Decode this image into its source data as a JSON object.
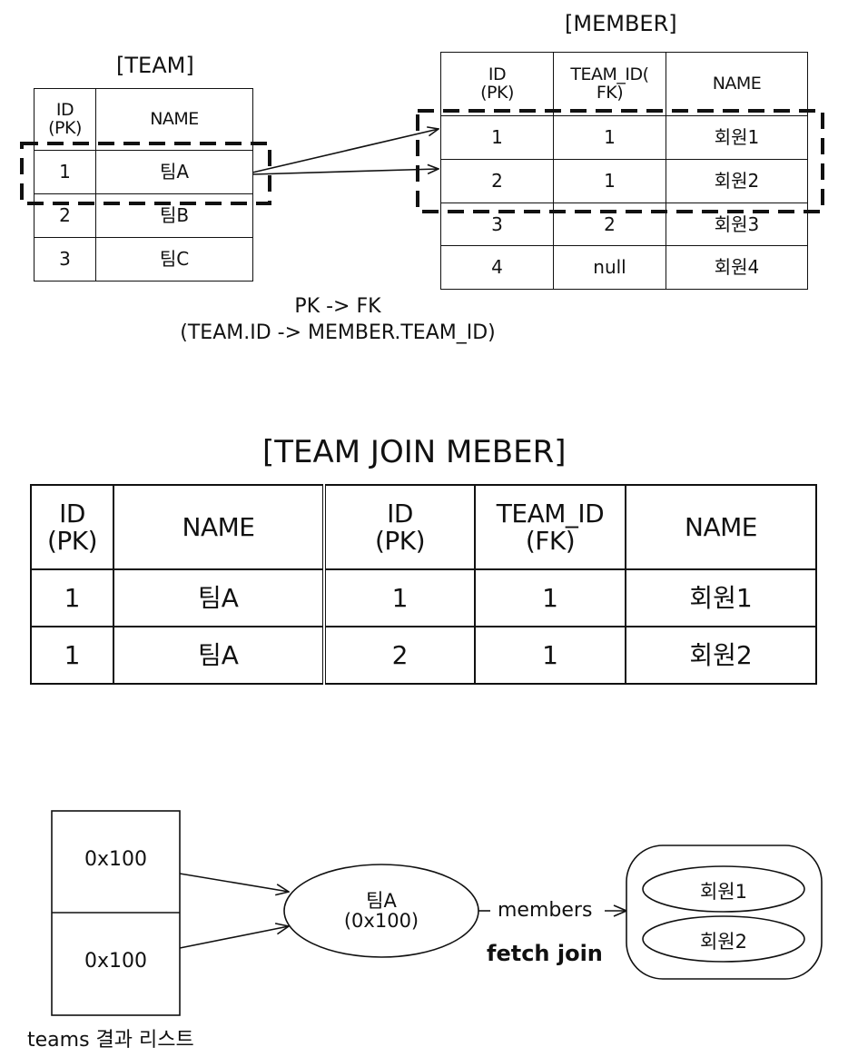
{
  "team_table": {
    "title": "[TEAM]",
    "headers": {
      "id": "ID\n(PK)",
      "name": "NAME"
    },
    "rows": [
      {
        "id": "1",
        "name": "팀A"
      },
      {
        "id": "2",
        "name": "팀B"
      },
      {
        "id": "3",
        "name": "팀C"
      }
    ]
  },
  "member_table": {
    "title": "[MEMBER]",
    "headers": {
      "id": "ID\n(PK)",
      "team_id": "TEAM_ID(\nFK)",
      "name": "NAME"
    },
    "rows": [
      {
        "id": "1",
        "team_id": "1",
        "name": "회원1"
      },
      {
        "id": "2",
        "team_id": "1",
        "name": "회원2"
      },
      {
        "id": "3",
        "team_id": "2",
        "name": "회원3"
      },
      {
        "id": "4",
        "team_id": "null",
        "name": "회원4"
      }
    ]
  },
  "fk_caption": {
    "line1": "PK -> FK",
    "line2": "(TEAM.ID -> MEMBER.TEAM_ID)"
  },
  "join_table": {
    "title": "[TEAM JOIN MEBER]",
    "headers": {
      "team_id": "ID\n(PK)",
      "team_name": "NAME",
      "member_id": "ID\n(PK)",
      "member_team_id": "TEAM_ID\n(FK)",
      "member_name": "NAME"
    },
    "rows": [
      {
        "team_id": "1",
        "team_name": "팀A",
        "member_id": "1",
        "member_team_id": "1",
        "member_name": "회원1"
      },
      {
        "team_id": "1",
        "team_name": "팀A",
        "member_id": "2",
        "member_team_id": "1",
        "member_name": "회원2"
      }
    ]
  },
  "result_diagram": {
    "list_cells": [
      "0x100",
      "0x100"
    ],
    "list_caption": "teams 결과 리스트",
    "team_node": {
      "line1": "팀A",
      "line2": "(0x100)"
    },
    "edge_label": "members",
    "fetch_label": "fetch join",
    "members": [
      "회원1",
      "회원2"
    ]
  }
}
